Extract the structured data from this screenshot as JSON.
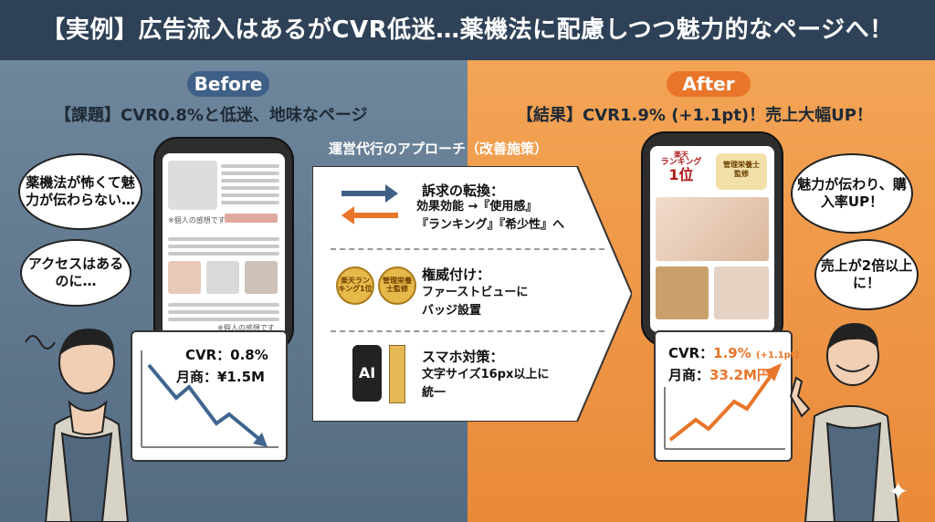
{
  "title": "【実例】広告流入はあるがCVR低迷…薬機法に配慮しつつ魅力的なページへ！",
  "before": {
    "label": "Before",
    "heading": "【課題】CVR0.8%と低迷、地味なページ",
    "bubble1": "薬機法が怖くて魅力が伝わらない…",
    "bubble2": "アクセスはあるのに…",
    "phone_note1": "※個人の感想です",
    "phone_note2": "※個人の感想です",
    "cvr": "CVR：0.8%",
    "sales": "月商：¥1.5M"
  },
  "approach": {
    "title": "運営代行のアプローチ（改善施策）",
    "steps": [
      {
        "title": "訴求の転換：",
        "desc1": "効果効能 →『使用感』",
        "desc2": "『ランキング』『希少性』へ"
      },
      {
        "title": "権威付け：",
        "desc1": "ファーストビューに",
        "desc2": "バッジ設置",
        "badge1": "楽天ランキング1位",
        "badge2": "管理栄養士監修"
      },
      {
        "title": "スマホ対策：",
        "desc1": "文字サイズ16px以上に",
        "desc2": "統一",
        "icon_text": "AI"
      }
    ]
  },
  "after": {
    "label": "After",
    "heading": "【結果】CVR1.9% (+1.1pt)！売上大幅UP！",
    "bubble1": "魅力が伝わり、購入率UP！",
    "bubble2": "売上が2倍以上に！",
    "badge1_line1": "楽天",
    "badge1_line2": "ランキング",
    "badge1_line3": "1位",
    "badge2_line1": "管理栄養士",
    "badge2_line2": "監修",
    "cvr_label": "CVR：",
    "cvr_value": "1.9%",
    "cvr_delta": "(+1.1pt)",
    "sales_label": "月商：",
    "sales_value": "33.2M円"
  },
  "colors": {
    "title_bg": "#2e4156",
    "before_bg": "#6f879d",
    "after_bg": "#f09a4a",
    "accent_orange": "#e8752a",
    "accent_blue": "#3e5f86",
    "down_arrow": "#3f6590"
  }
}
